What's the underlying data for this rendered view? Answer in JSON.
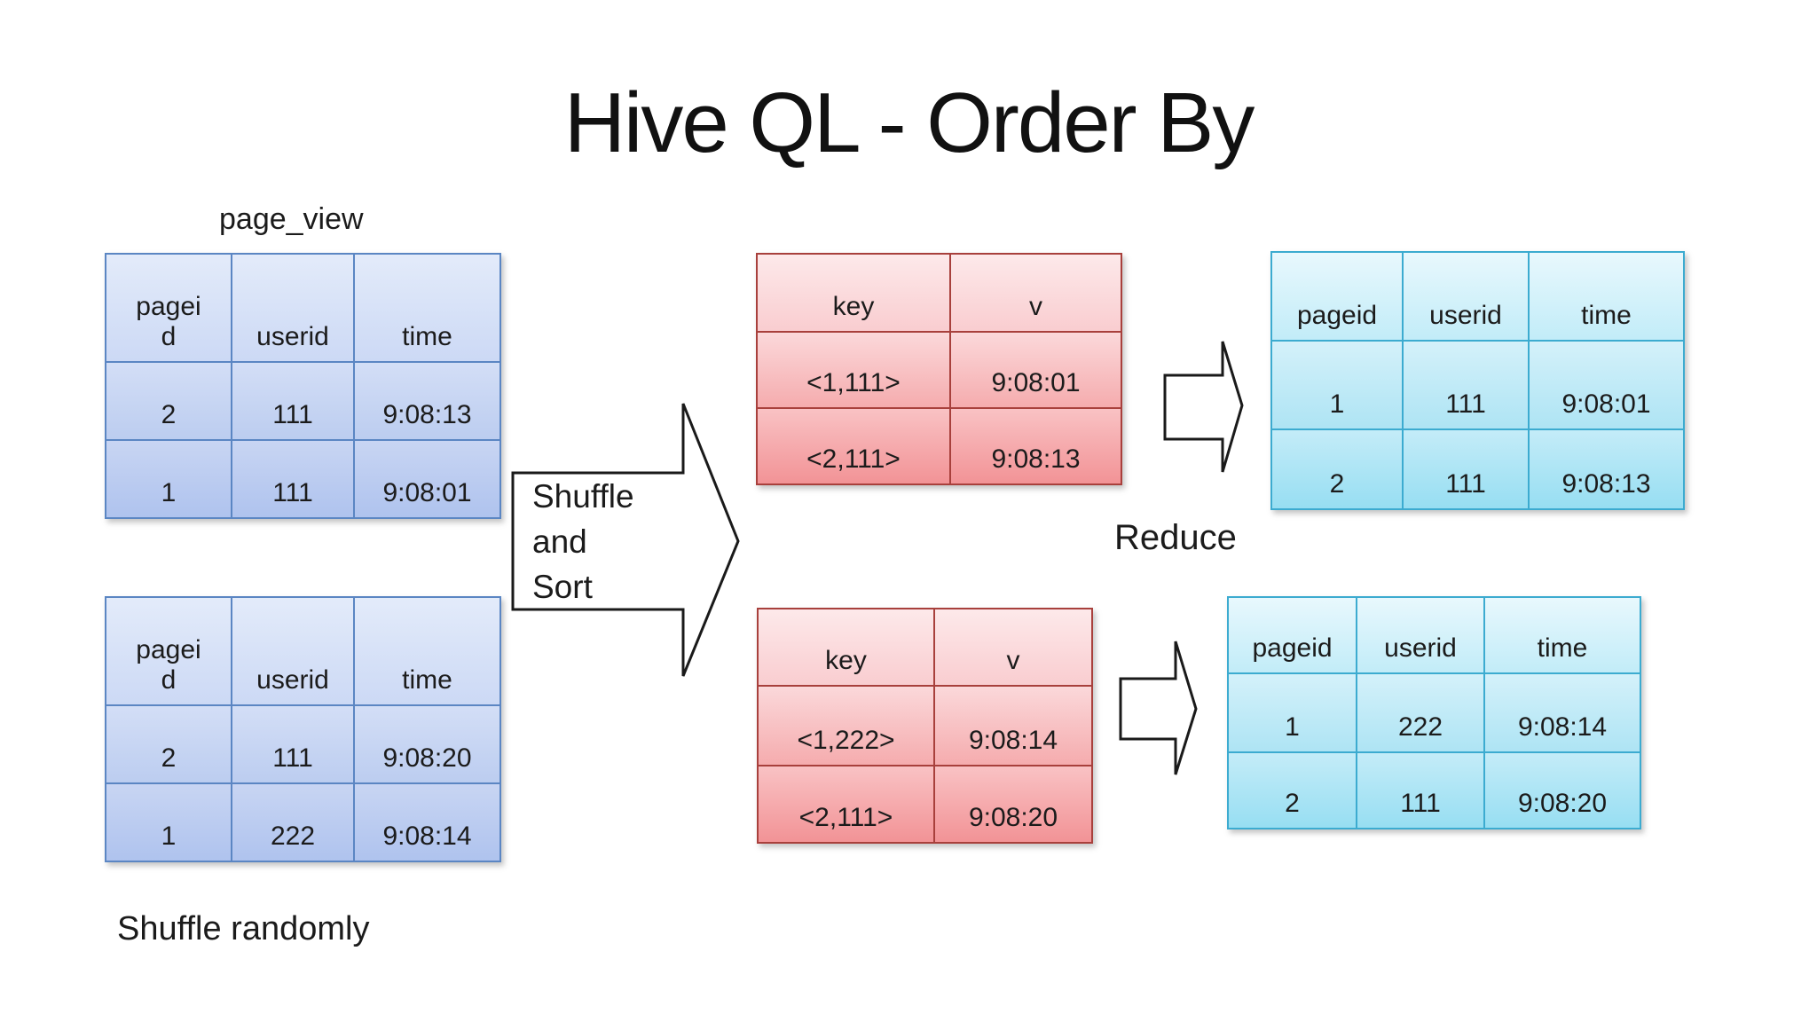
{
  "slide": {
    "title": "Hive QL - Order By",
    "page_view_label": "page_view",
    "shuffle_sort_label": "Shuffle and Sort",
    "reduce_label": "Reduce",
    "shuffle_randomly_label": "Shuffle randomly"
  },
  "colors": {
    "background": "#ffffff",
    "text": "#1b1b1b",
    "blue_table_border": "#5b86c3",
    "blue_table_fill": "#c8d5f3",
    "red_table_border": "#a8403c",
    "red_table_fill": "#f9c2c4",
    "cyan_table_border": "#3cabd0",
    "cyan_table_fill": "#c4ecf8",
    "arrow_fill": "#ffffff",
    "arrow_stroke": "#1a1a1a"
  },
  "tables": {
    "page_view_top": {
      "headers": [
        "pageid",
        "userid",
        "time"
      ],
      "rows": [
        [
          "2",
          "111",
          "9:08:13"
        ],
        [
          "1",
          "111",
          "9:08:01"
        ]
      ]
    },
    "page_view_bottom": {
      "headers": [
        "pageid",
        "userid",
        "time"
      ],
      "rows": [
        [
          "2",
          "111",
          "9:08:20"
        ],
        [
          "1",
          "222",
          "9:08:14"
        ]
      ]
    },
    "shuffle_top": {
      "headers": [
        "key",
        "v"
      ],
      "rows": [
        [
          "<1,111>",
          "9:08:01"
        ],
        [
          "<2,111>",
          "9:08:13"
        ]
      ]
    },
    "shuffle_bottom": {
      "headers": [
        "key",
        "v"
      ],
      "rows": [
        [
          "<1,222>",
          "9:08:14"
        ],
        [
          "<2,111>",
          "9:08:20"
        ]
      ]
    },
    "reduce_top": {
      "headers": [
        "pageid",
        "userid",
        "time"
      ],
      "rows": [
        [
          "1",
          "111",
          "9:08:01"
        ],
        [
          "2",
          "111",
          "9:08:13"
        ]
      ]
    },
    "reduce_bottom": {
      "headers": [
        "pageid",
        "userid",
        "time"
      ],
      "rows": [
        [
          "1",
          "222",
          "9:08:14"
        ],
        [
          "2",
          "111",
          "9:08:20"
        ]
      ]
    }
  }
}
